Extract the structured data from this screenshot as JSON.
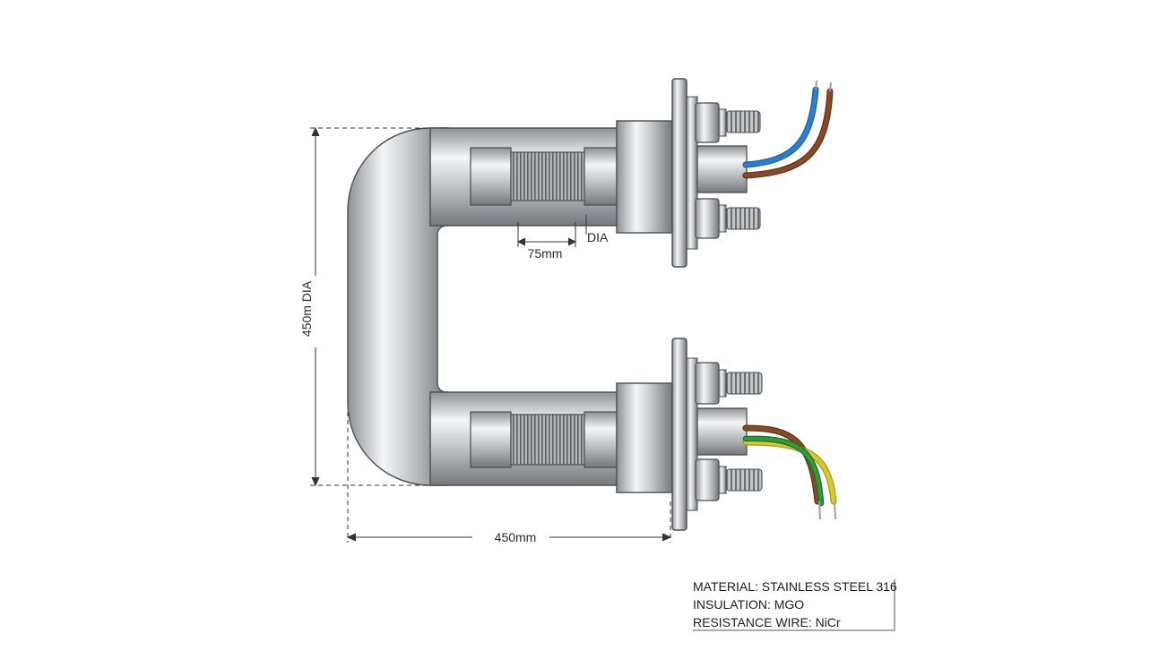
{
  "dimensions": {
    "height_label": "450m DIA",
    "width_label": "450mm",
    "coil_length_label": "75mm",
    "tube_dia_label": "DIA"
  },
  "spec_box": {
    "material": "MATERIAL: STAINLESS STEEL 316",
    "insulation": "INSULATION: MGO",
    "resistance_wire": "RESISTANCE WIRE: NiCr"
  },
  "colors": {
    "steel_light": "#f4f5f6",
    "steel_mid": "#b9bcbf",
    "steel_dark": "#7b7f83",
    "outline": "#4a4d50",
    "wire_blue": "#2a7fd0",
    "wire_brown": "#8a4a25",
    "wire_green": "#2e9a3a",
    "wire_yellow": "#d8c92a"
  }
}
